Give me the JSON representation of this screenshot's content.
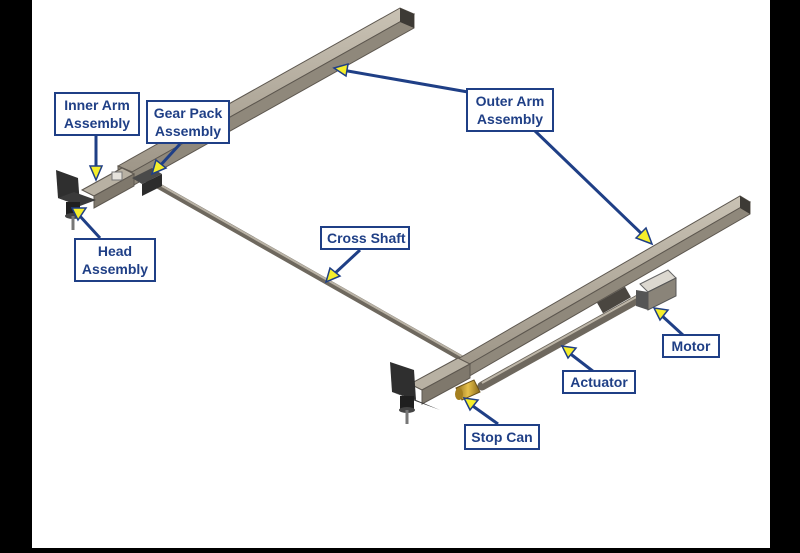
{
  "labels": {
    "inner_arm": [
      "Inner Arm",
      "Assembly"
    ],
    "gear_pack": [
      "Gear Pack",
      "Assembly"
    ],
    "outer_arm": [
      "Outer Arm",
      "Assembly"
    ],
    "head": [
      "Head",
      "Assembly"
    ],
    "cross_shaft": "Cross Shaft",
    "motor": "Motor",
    "actuator": "Actuator",
    "stop_can": "Stop Can"
  },
  "colors": {
    "frame_black": "#000000",
    "canvas_white": "#ffffff",
    "callout_blue": "#1f3f86",
    "arrow_yellow": "#f5ee2b",
    "steel": "#a9a193",
    "steel_dark": "#6e685e",
    "bracket": "#2f2f2f",
    "stop_can_brass": "#c79a2a"
  }
}
